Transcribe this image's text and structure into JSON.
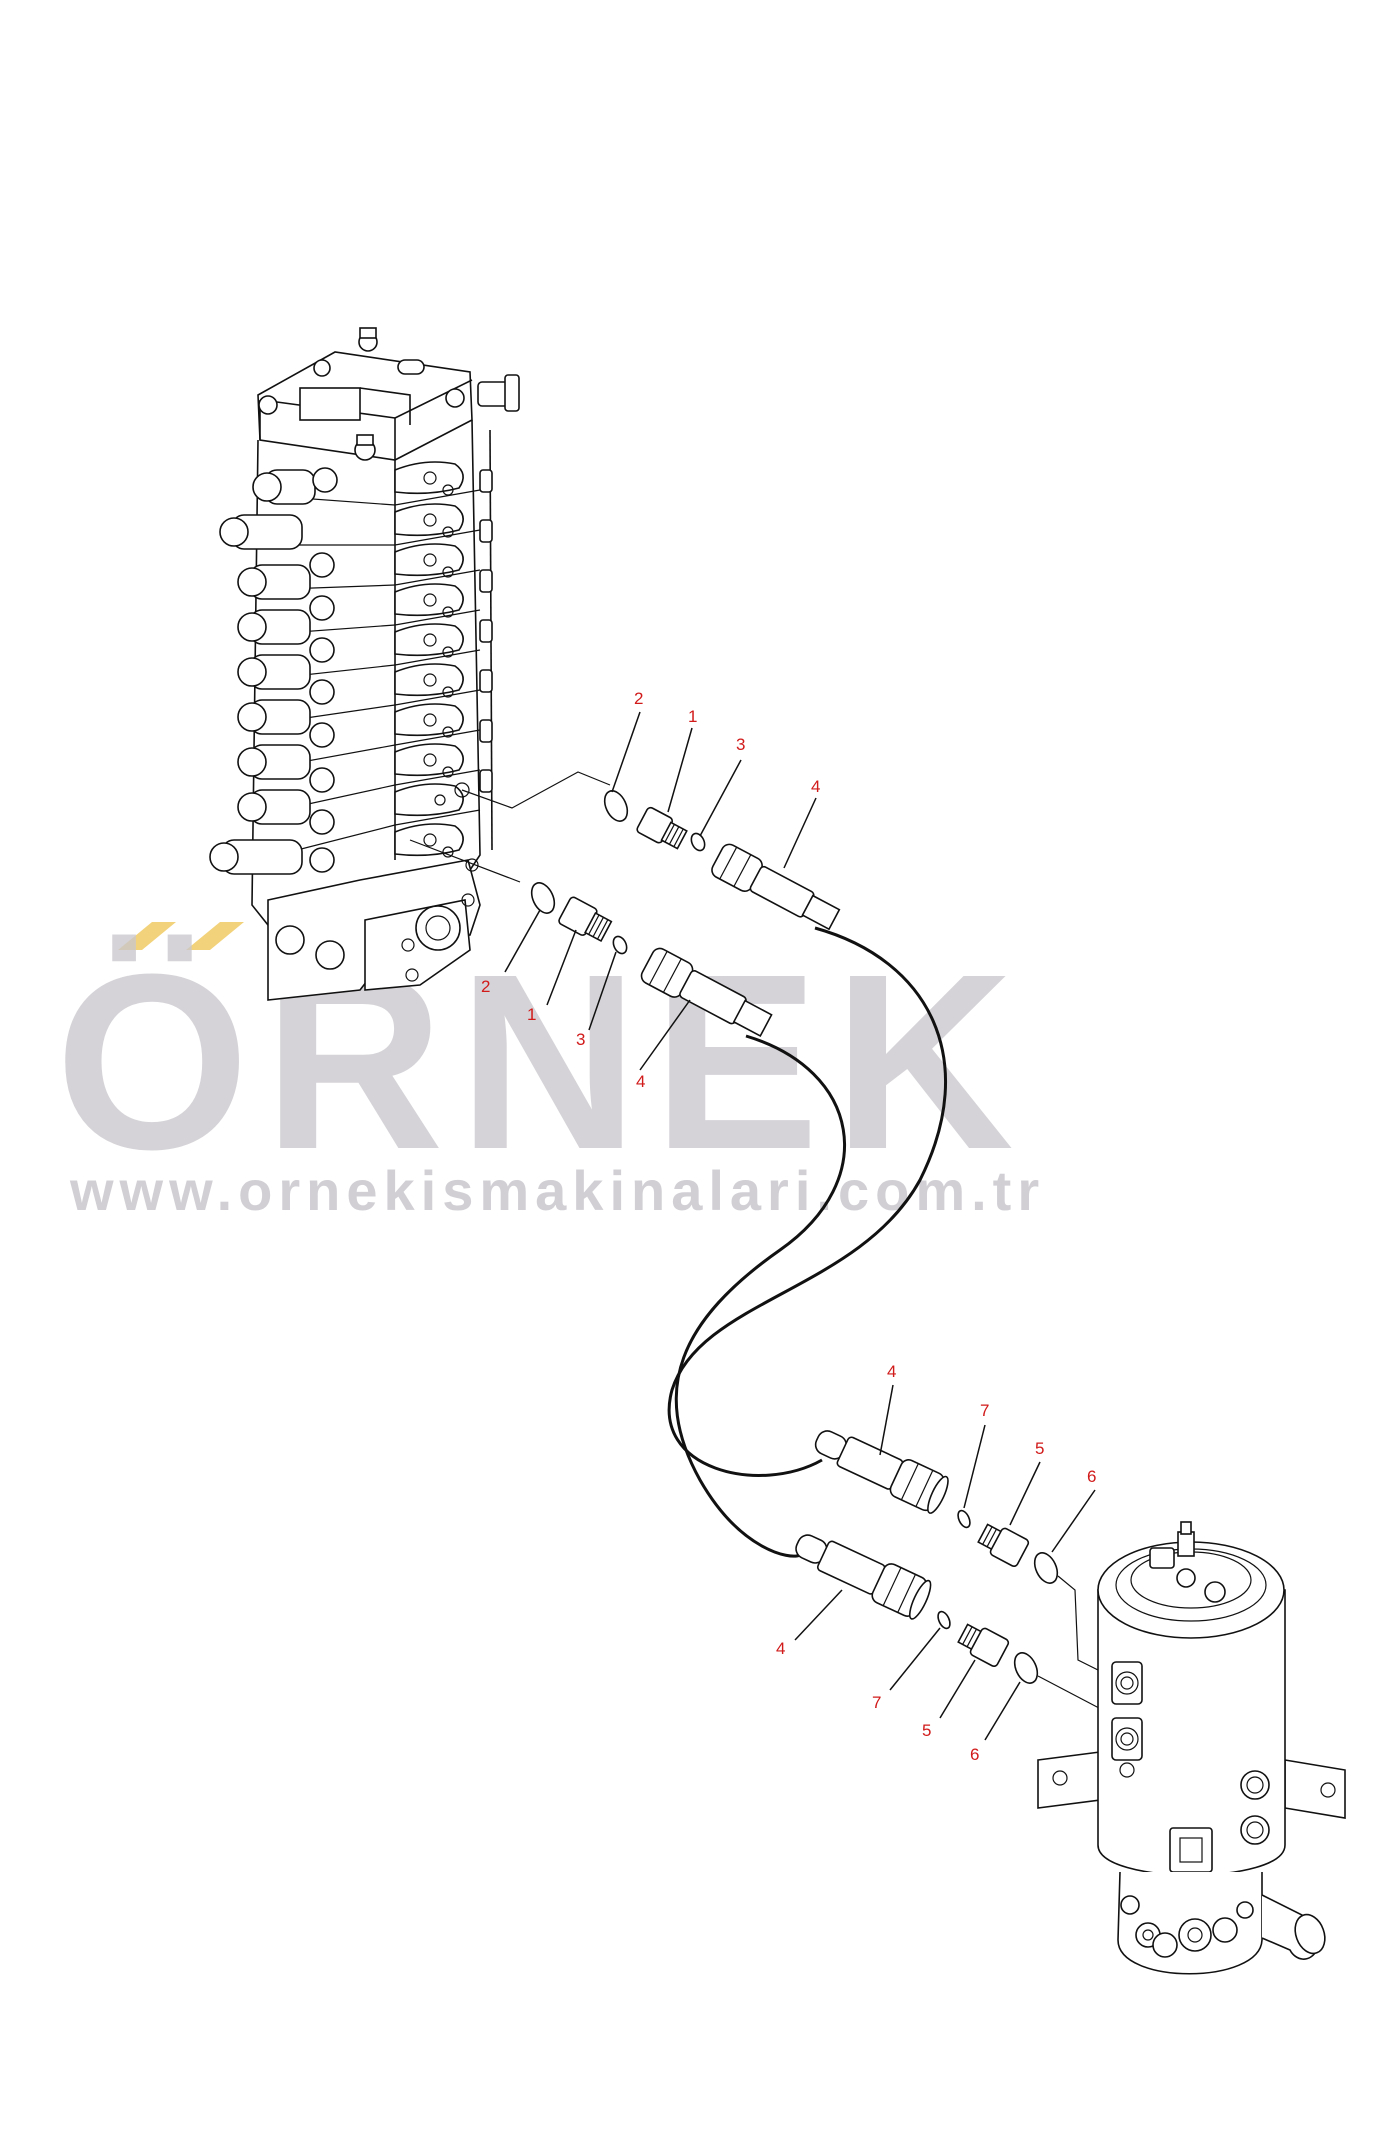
{
  "watermark": {
    "brand": "ÖRNEK",
    "url": "www.ornekismakinalari.com.tr",
    "color": "#c9c7cc",
    "accent": "#f2d27a"
  },
  "callout_color": "#d11a1a",
  "callouts": {
    "top_line": {
      "oring": "2",
      "adapter": "1",
      "small_oring": "3",
      "hose_end": "4"
    },
    "lower_line": {
      "oring": "2",
      "adapter": "1",
      "small_oring": "3",
      "hose_end": "4"
    },
    "swivel_upper": {
      "hose_end": "4",
      "small_oring": "7",
      "adapter": "5",
      "oring": "6"
    },
    "swivel_lower": {
      "hose_end": "4",
      "small_oring": "7",
      "adapter": "5",
      "oring": "6"
    }
  },
  "icons": {
    "control_valve": "control-valve-icon",
    "swivel_joint": "swivel-joint-icon"
  }
}
